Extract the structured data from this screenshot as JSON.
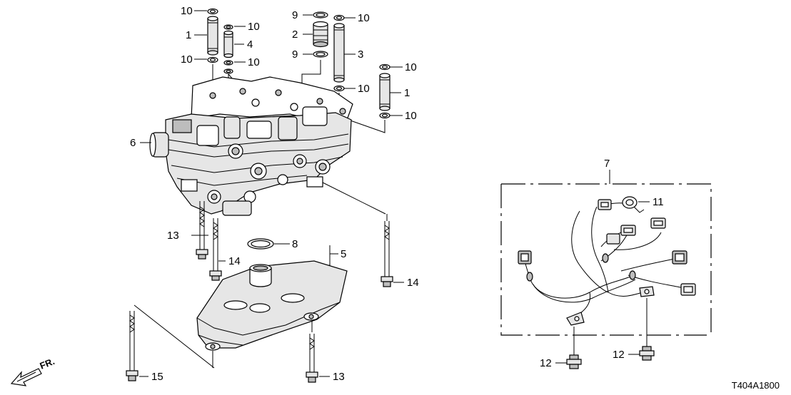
{
  "callouts": {
    "c10a": "10",
    "c1a": "1",
    "c10b": "10",
    "c4": "4",
    "c10c": "10",
    "c10d": "10",
    "c9a": "9",
    "c10e": "10",
    "c2": "2",
    "c9b": "9",
    "c3": "3",
    "c10f": "10",
    "c10g": "10",
    "c1b": "1",
    "c10h": "10",
    "c6": "6",
    "c7": "7",
    "c11": "11",
    "c13a": "13",
    "c8": "8",
    "c5": "5",
    "c14a": "14",
    "c14b": "14",
    "c12a": "12",
    "c12b": "12",
    "c15": "15",
    "c13b": "13"
  },
  "front_label": "FR.",
  "diagram_code": "T404A1800"
}
